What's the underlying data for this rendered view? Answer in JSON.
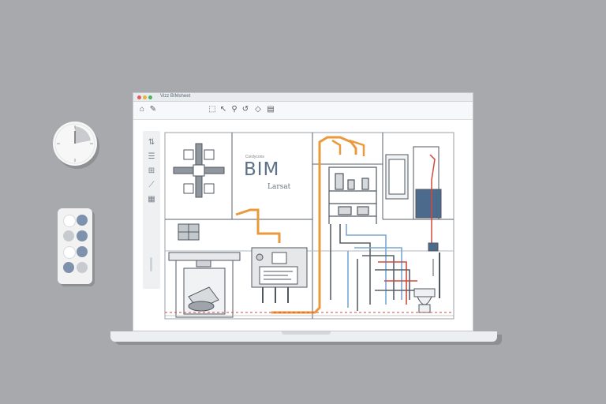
{
  "window": {
    "title": "Vizz BIMsheet",
    "controls": [
      "close",
      "minimize",
      "maximize"
    ]
  },
  "toolbar": {
    "buttons": [
      {
        "name": "home-icon",
        "glyph": "⌂"
      },
      {
        "name": "pen-icon",
        "glyph": "✎"
      },
      {
        "name": "select-icon",
        "glyph": "⬚"
      },
      {
        "name": "pointer-icon",
        "glyph": "↖"
      },
      {
        "name": "bulb-icon",
        "glyph": "⚲"
      },
      {
        "name": "undo-icon",
        "glyph": "↺"
      },
      {
        "name": "tag-icon",
        "glyph": "◇"
      },
      {
        "name": "save-icon",
        "glyph": "▤"
      }
    ]
  },
  "left_rail": {
    "buttons": [
      {
        "name": "levels-icon",
        "glyph": "⇅"
      },
      {
        "name": "layers-icon",
        "glyph": "☰"
      },
      {
        "name": "grid-icon",
        "glyph": "⊞"
      },
      {
        "name": "measure-icon",
        "glyph": "⟋"
      },
      {
        "name": "section-icon",
        "glyph": "▦"
      }
    ]
  },
  "drawing": {
    "kicker": "Cordycons",
    "title": "BIM",
    "subtitle": "Larsat"
  },
  "colors": {
    "background": "#a7a9ad",
    "accent_orange": "#e89a3c",
    "accent_blue": "#4c6a8c",
    "pipe_blue": "#7aa6d6",
    "pipe_red": "#d2493b",
    "linework": "#5a6168"
  },
  "desktop": {
    "clock_icon": "clock-icon",
    "swatches": [
      "#ffffff",
      "#7e91ad",
      "#c7cbd0",
      "#7e91ad",
      "#ffffff",
      "#7e91ad",
      "#7e91ad",
      "#c7cbd0"
    ]
  }
}
